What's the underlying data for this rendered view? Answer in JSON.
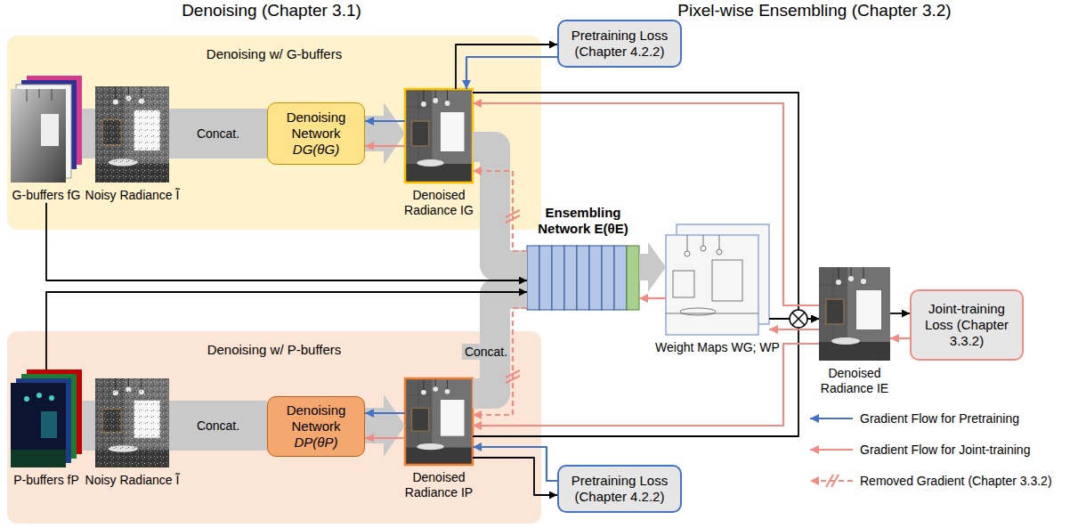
{
  "diagram": {
    "nodes": [
      {
        "text": [
          "Denoising w/ G-buffers"
        ]
      },
      {
        "text": [
          "G-buffers fG"
        ],
        "in": 0
      },
      {
        "text": [
          "Noisy Radiance Ĩ"
        ],
        "in": 0
      },
      {
        "text": [
          "Denoising Network",
          "DG(θG)"
        ],
        "in": 0
      },
      {
        "text": [
          "Denoised Radiance IG"
        ],
        "in": 0
      },
      {
        "text": [
          "Denoising w/ P-buffers"
        ]
      },
      {
        "text": [
          "P-buffers fP"
        ],
        "in": 5
      },
      {
        "text": [
          "Noisy Radiance Ĩ"
        ],
        "in": 5
      },
      {
        "text": [
          "Denoising Network",
          "DP(θP)"
        ],
        "in": 5
      },
      {
        "text": [
          "Denoised Radiance IP"
        ],
        "in": 5
      },
      {
        "text": [
          "Pretraining Loss (Chapter 4.2.2)"
        ]
      },
      {
        "text": [
          "Pretraining Loss (Chapter 4.2.2)"
        ]
      },
      {
        "text": [
          "Ensembling Network E(θE)"
        ]
      },
      {
        "text": [
          "Weight Maps WG; WP"
        ]
      },
      {
        "text": [
          "Denoised Radiance IE"
        ]
      },
      {
        "text": [
          "Joint-training Loss (Chapter 3.3.2)"
        ]
      }
    ],
    "edges": [
      {
        "from": 2,
        "to": 3,
        "arrow": "none",
        "label": "Concat."
      },
      {
        "from": 3,
        "to": 4,
        "arrow": "to"
      },
      {
        "from": 7,
        "to": 8,
        "arrow": "none",
        "label": "Concat."
      },
      {
        "from": 8,
        "to": 9,
        "arrow": "to"
      },
      {
        "from": 4,
        "to": 3,
        "arrow": "to"
      },
      {
        "from": 4,
        "to": 3,
        "arrow": "to"
      },
      {
        "from": 9,
        "to": 8,
        "arrow": "to"
      },
      {
        "from": 9,
        "to": 8,
        "arrow": "to"
      },
      {
        "from": 4,
        "to": 10,
        "arrow": "to"
      },
      {
        "from": 10,
        "to": 4,
        "arrow": "to"
      },
      {
        "from": 9,
        "to": 11,
        "arrow": "to"
      },
      {
        "from": 11,
        "to": 9,
        "arrow": "to"
      },
      {
        "from": 4,
        "to": 12,
        "arrow": "none"
      },
      {
        "from": 9,
        "to": 12,
        "arrow": "none",
        "label": "Concat."
      },
      {
        "from": 1,
        "to": 12,
        "arrow": "to"
      },
      {
        "from": 6,
        "to": 12,
        "arrow": "to"
      },
      {
        "from": 12,
        "to": 4,
        "arrow": "to"
      },
      {
        "from": 12,
        "to": 9,
        "arrow": "to"
      },
      {
        "from": 12,
        "to": 13,
        "arrow": "to"
      },
      {
        "from": 13,
        "to": 12,
        "arrow": "to"
      },
      {
        "from": 13,
        "to": 14,
        "arrow": "to"
      },
      {
        "from": 4,
        "to": 14,
        "arrow": "to"
      },
      {
        "from": 9,
        "to": 14,
        "arrow": "to"
      },
      {
        "from": 14,
        "to": 4,
        "arrow": "to"
      },
      {
        "from": 14,
        "to": 9,
        "arrow": "to"
      },
      {
        "from": 14,
        "to": 13,
        "arrow": "to"
      },
      {
        "from": 14,
        "to": 15,
        "arrow": "to"
      },
      {
        "from": 15,
        "to": 14,
        "arrow": "to"
      }
    ],
    "labels": [
      "Denoising (Chapter 3.1)",
      "Pixel-wise Ensembling (Chapter 3.2)"
    ],
    "legend": [
      {
        "text": "Gradient Flow for Pretraining"
      },
      {
        "text": "Gradient Flow for Joint-training"
      },
      {
        "text": "Removed Gradient (Chapter 3.3.2)"
      }
    ]
  }
}
